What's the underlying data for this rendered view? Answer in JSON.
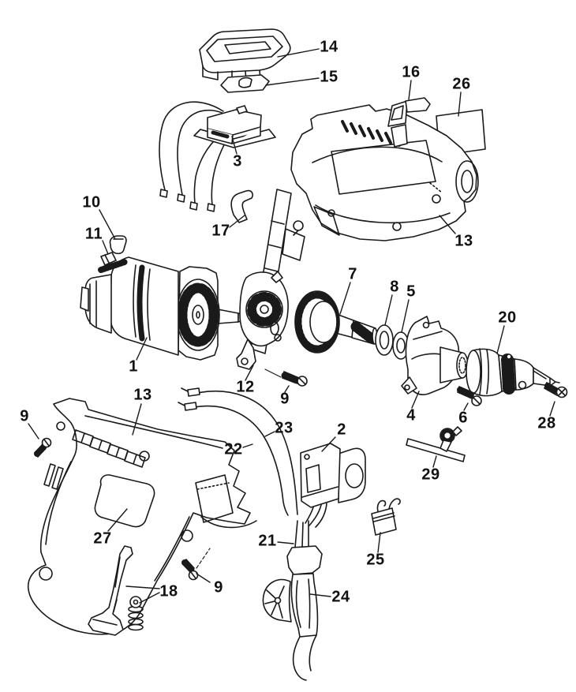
{
  "diagram": {
    "kind": "exploded-parts-diagram",
    "subject": "electric power drill",
    "background_color": "#ffffff",
    "line_color": "#1a1a1a"
  },
  "callouts": {
    "c14": {
      "text": "14"
    },
    "c15": {
      "text": "15"
    },
    "c16": {
      "text": "16"
    },
    "c26": {
      "text": "26"
    },
    "c3": {
      "text": "3"
    },
    "c13_right": {
      "text": "13"
    },
    "c10": {
      "text": "10"
    },
    "c11": {
      "text": "11"
    },
    "c17": {
      "text": "17"
    },
    "c1": {
      "text": "1"
    },
    "c7": {
      "text": "7"
    },
    "c8": {
      "text": "8"
    },
    "c5": {
      "text": "5"
    },
    "c12": {
      "text": "12"
    },
    "c9_mid": {
      "text": "9"
    },
    "c20": {
      "text": "20"
    },
    "c4": {
      "text": "4"
    },
    "c6": {
      "text": "6"
    },
    "c28": {
      "text": "28"
    },
    "c29": {
      "text": "29"
    },
    "c9_left": {
      "text": "9"
    },
    "c13_left": {
      "text": "13"
    },
    "c23": {
      "text": "23"
    },
    "c22": {
      "text": "22"
    },
    "c2": {
      "text": "2"
    },
    "c27": {
      "text": "27"
    },
    "c21": {
      "text": "21"
    },
    "c25": {
      "text": "25"
    },
    "c18": {
      "text": "18"
    },
    "c9_bottom": {
      "text": "9"
    },
    "c24": {
      "text": "24"
    }
  },
  "part_numbers_visible": [
    "1",
    "2",
    "3",
    "4",
    "5",
    "6",
    "7",
    "8",
    "9",
    "10",
    "11",
    "12",
    "13",
    "14",
    "15",
    "16",
    "17",
    "18",
    "20",
    "21",
    "22",
    "23",
    "24",
    "25",
    "26",
    "27",
    "28",
    "29"
  ]
}
